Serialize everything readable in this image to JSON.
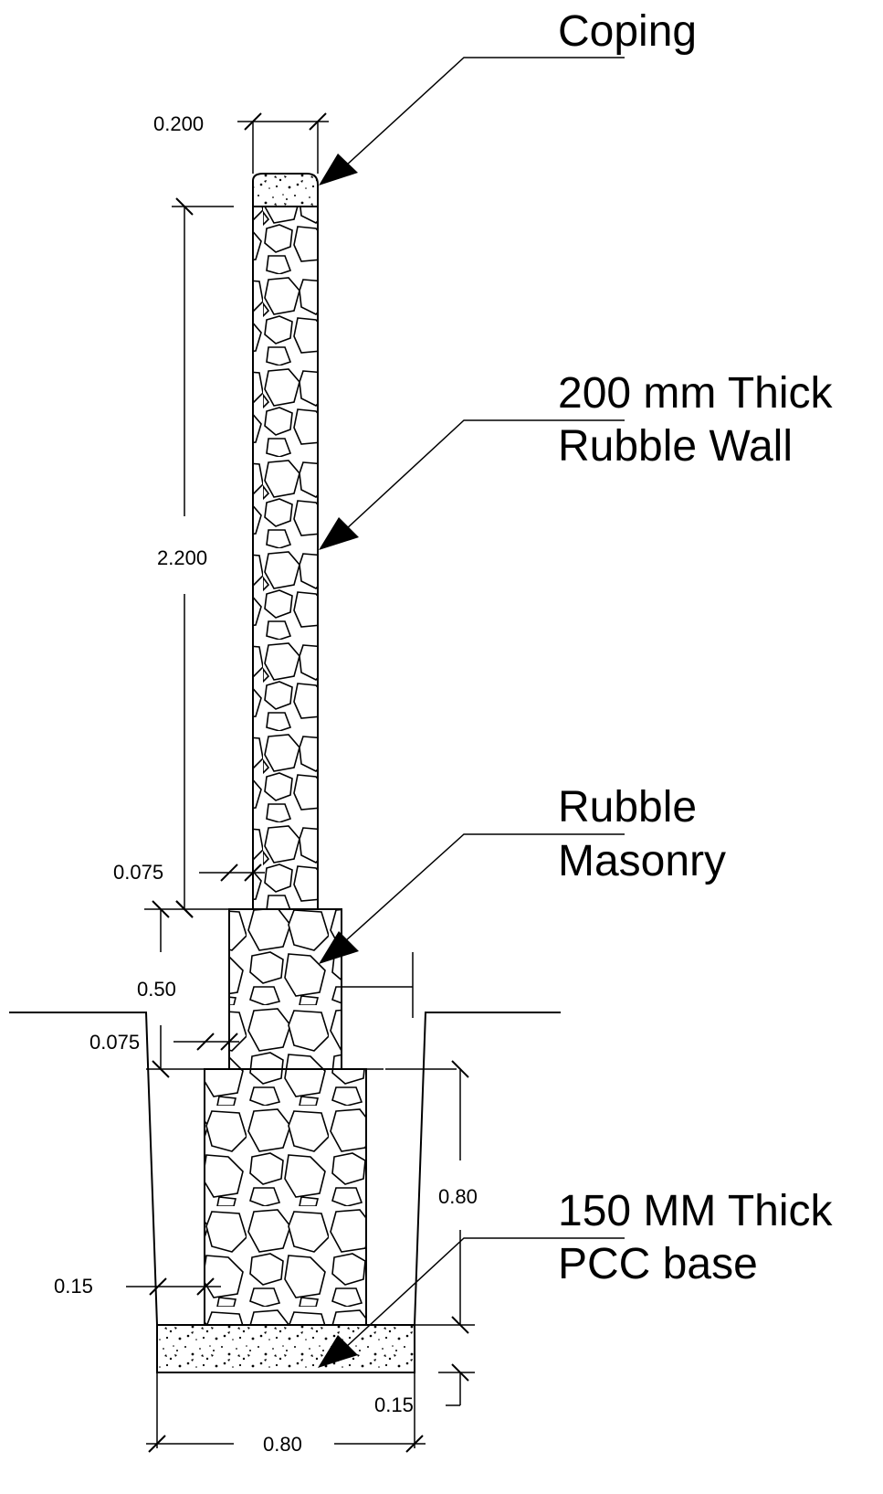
{
  "labels": {
    "coping": "Coping",
    "rubble_wall_line1": "200 mm Thick",
    "rubble_wall_line2": "Rubble Wall",
    "rubble_masonry_line1": "Rubble",
    "rubble_masonry_line2": "Masonry",
    "pcc_base_line1": "150 MM Thick",
    "pcc_base_line2": "PCC base"
  },
  "dimensions": {
    "wall_width": "0.200",
    "wall_height": "2.200",
    "upper_offset": "0.075",
    "plinth_height": "0.50",
    "lower_offset": "0.075",
    "footing_height": "0.80",
    "pcc_offset_left": "0.15",
    "pcc_width": "0.80",
    "pcc_thickness": "0.15"
  },
  "colors": {
    "ink": "#000000",
    "paper": "#ffffff"
  }
}
